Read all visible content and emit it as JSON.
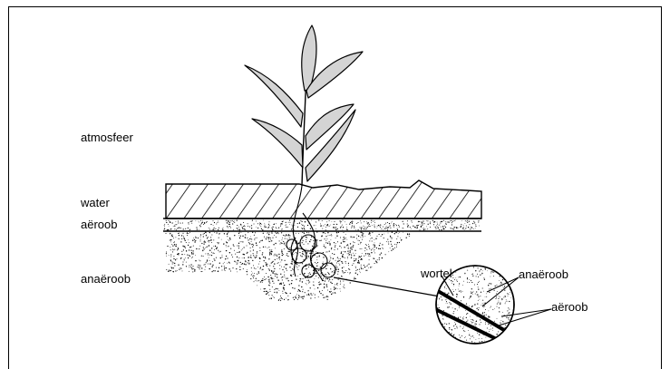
{
  "diagram": {
    "labels": {
      "atmosphere": "atmosfeer",
      "water": "water",
      "aerobic": "aëroob",
      "anaerobic": "anaëroob",
      "root": "wortel",
      "inset_anaerobic": "anaëroob",
      "inset_aerobic": "aëroob"
    }
  }
}
